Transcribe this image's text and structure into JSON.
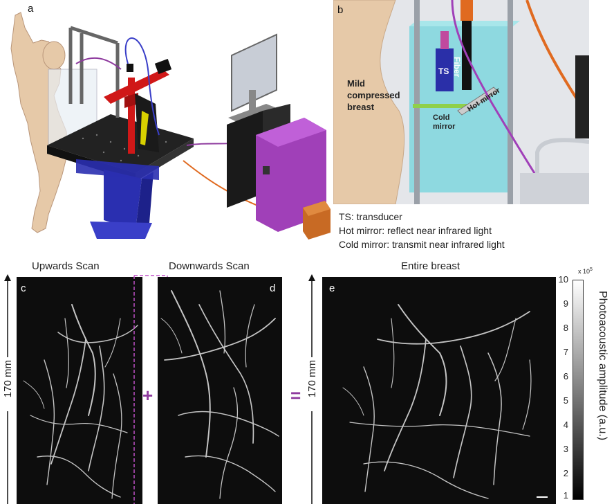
{
  "figure": {
    "panel_a": {
      "letter": "a"
    },
    "panel_b": {
      "letter": "b",
      "labels": {
        "breast": [
          "Mild",
          "compressed",
          "breast"
        ],
        "ts": "TS",
        "fiber": "Fiber",
        "cold_mirror": [
          "Cold",
          "mirror"
        ],
        "hot_mirror": "Hot mirror"
      }
    },
    "legend": [
      "TS: transducer",
      "Hot mirror: reflect near infrared light",
      "Cold mirror: transmit near infrared light"
    ],
    "panel_c": {
      "letter": "c",
      "title": "Upwards Scan",
      "scale_label": "170 mm"
    },
    "panel_d": {
      "letter": "d",
      "title": "Downwards Scan"
    },
    "panel_e": {
      "letter": "e",
      "title": "Entire breast",
      "scale_label": "170 mm"
    },
    "operators": {
      "plus": "+",
      "equals": "="
    },
    "colorbar": {
      "title": "Photoacoustic amplitude (a.u.)",
      "exponent": "x 10",
      "exponent_power": "5",
      "ticks": [
        "10",
        "9",
        "8",
        "7",
        "6",
        "5",
        "4",
        "3",
        "2",
        "1"
      ],
      "range": [
        1,
        10
      ]
    },
    "colors": {
      "stand": "#2a2fb0",
      "frame_red": "#d01818",
      "computer_purple": "#a040b8",
      "tank_cyan": "#7fd6de",
      "cable_orange": "#e06a20",
      "operator_purple": "#8e3a9e"
    }
  }
}
